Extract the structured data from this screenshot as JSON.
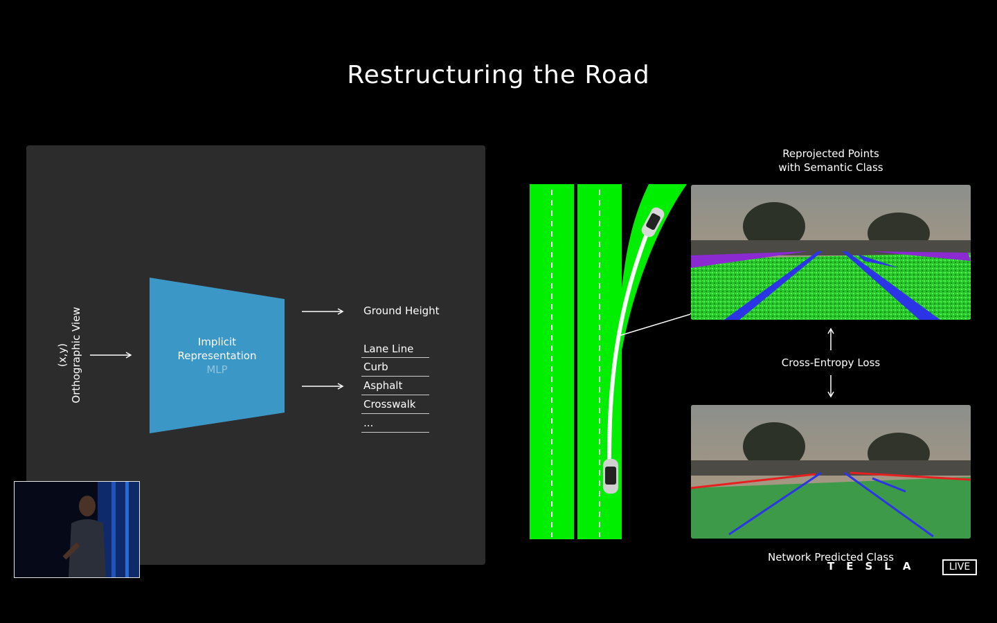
{
  "slide": {
    "title": "Restructuring the Road"
  },
  "left_diagram": {
    "input_label_line1": "(x,y)",
    "input_label_line2": "Orthographic View",
    "mlp_line1": "Implicit",
    "mlp_line2": "Representation",
    "mlp_line3": "MLP",
    "ground_height": "Ground Height",
    "classes": [
      "Lane Line",
      "Curb",
      "Asphalt",
      "Crosswalk",
      "..."
    ],
    "colors": {
      "mlp_block": "#3a97c6",
      "panel": "#2b2c2b"
    }
  },
  "right_diagram": {
    "top_caption_line1": "Reprojected Points",
    "top_caption_line2": "with Semantic Class",
    "loss_label": "Cross-Entropy Loss",
    "bottom_caption": "Network Predicted Class",
    "colors": {
      "road_green": "#00ee00",
      "lane_blue": "#2b35e6",
      "curb_red": "#e62020"
    }
  },
  "branding": {
    "logo": "TESLA",
    "live": "LIVE"
  }
}
